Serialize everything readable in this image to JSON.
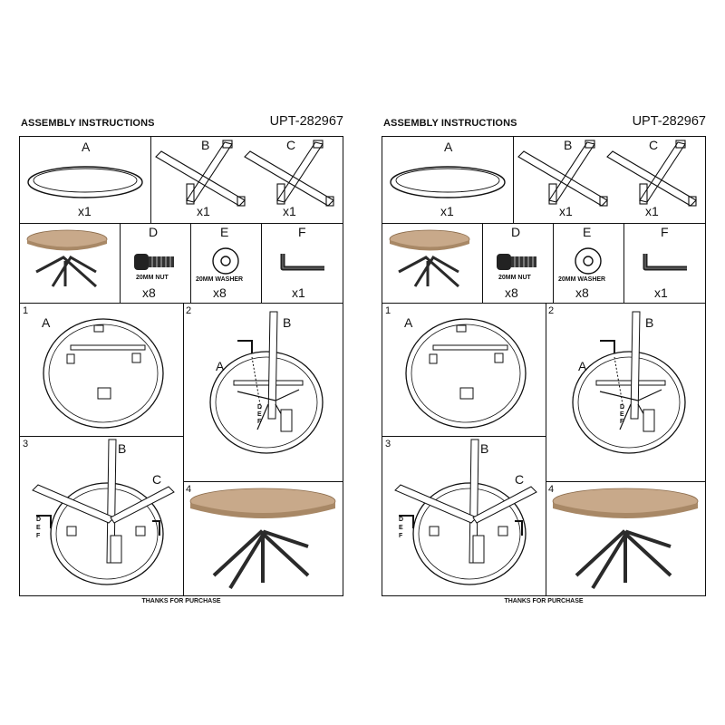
{
  "header": {
    "title": "ASSEMBLY INSTRUCTIONS",
    "code": "UPT-282967"
  },
  "parts": [
    {
      "letter": "A",
      "qty": "x1"
    },
    {
      "letter": "B",
      "qty": "x1"
    },
    {
      "letter": "C",
      "qty": "x1"
    }
  ],
  "hardware": [
    {
      "letter": "D",
      "name": "20MM NUT",
      "qty": "x8"
    },
    {
      "letter": "E",
      "name": "20MM WASHER",
      "qty": "x8"
    },
    {
      "letter": "F",
      "name": "",
      "qty": "x1"
    }
  ],
  "steps": [
    {
      "num": "1",
      "labels": [
        "A"
      ]
    },
    {
      "num": "2",
      "labels": [
        "B",
        "A",
        "D",
        "E",
        "F"
      ]
    },
    {
      "num": "3",
      "labels": [
        "B",
        "C",
        "D",
        "E",
        "F"
      ]
    },
    {
      "num": "4",
      "labels": []
    }
  ],
  "footer": "THANKS FOR PURCHASE",
  "colors": {
    "wood": "#c8a98a",
    "ink": "#111111",
    "metal": "#2a2a2a"
  }
}
